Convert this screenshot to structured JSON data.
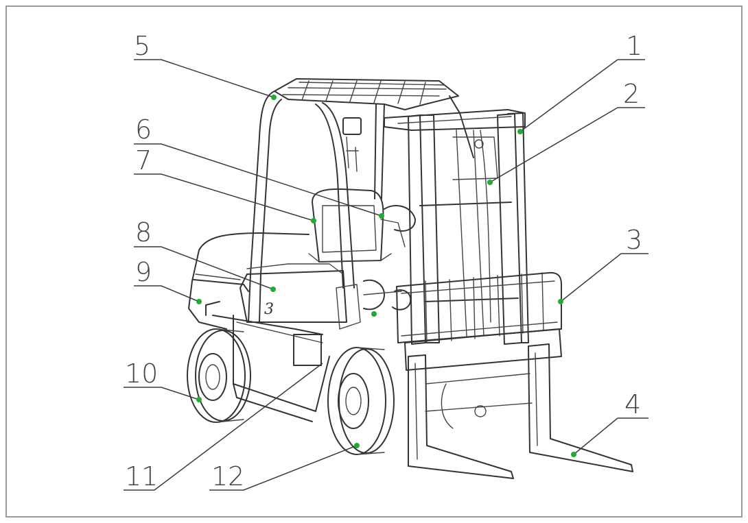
{
  "diagram": {
    "callouts": [
      {
        "num": "1"
      },
      {
        "num": "2"
      },
      {
        "num": "3"
      },
      {
        "num": "4"
      },
      {
        "num": "5"
      },
      {
        "num": "6"
      },
      {
        "num": "7"
      },
      {
        "num": "8"
      },
      {
        "num": "9"
      },
      {
        "num": "10"
      },
      {
        "num": "11"
      },
      {
        "num": "12"
      }
    ],
    "colors": {
      "marker": "#22aa33",
      "line": "#333333",
      "frame": "#9a9a9a"
    }
  }
}
